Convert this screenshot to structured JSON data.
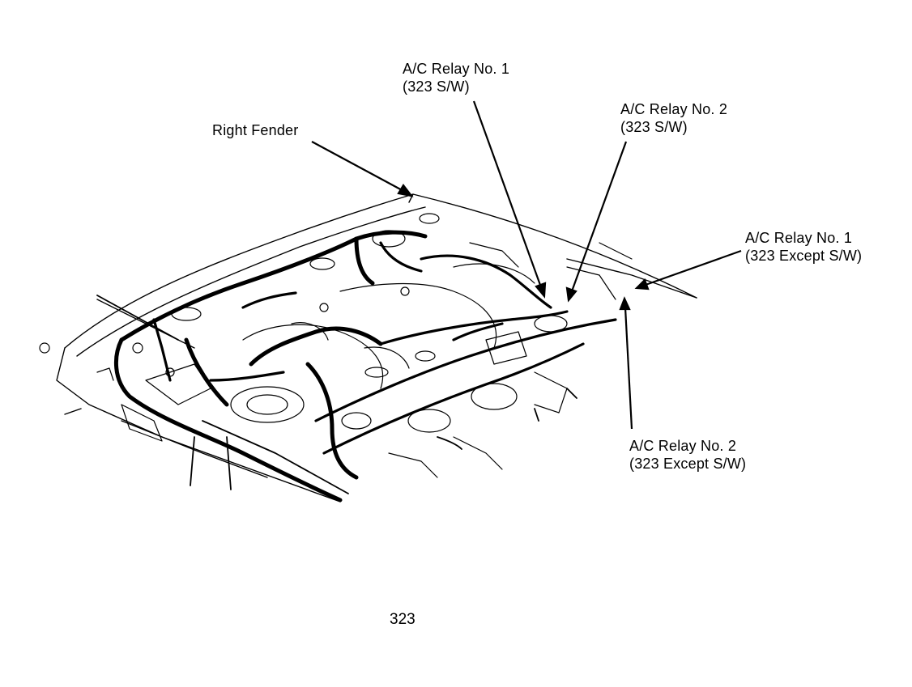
{
  "callouts": {
    "right_fender": {
      "line1": "Right Fender"
    },
    "relay1_sw": {
      "line1": "A/C Relay No. 1",
      "line2": "(323 S/W)"
    },
    "relay2_sw": {
      "line1": "A/C Relay No. 2",
      "line2": "(323 S/W)"
    },
    "relay1_except": {
      "line1": "A/C Relay No. 1",
      "line2": "(323 Except S/W)"
    },
    "relay2_except": {
      "line1": "A/C Relay No. 2",
      "line2": "(323 Except S/W)"
    }
  },
  "page": {
    "number": "323"
  },
  "colors": {
    "ink": "#000000",
    "paper": "#ffffff"
  }
}
